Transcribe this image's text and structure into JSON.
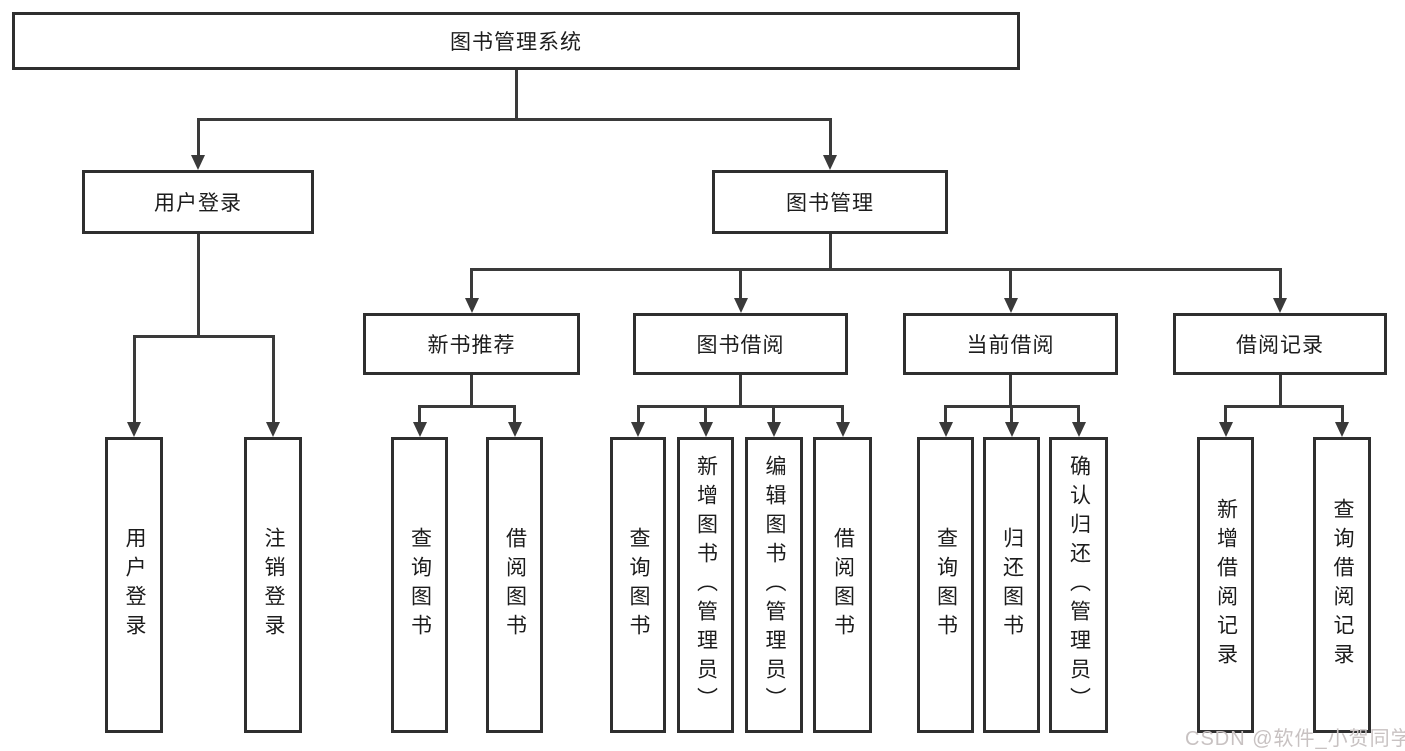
{
  "diagram": {
    "root": {
      "label": "图书管理系统"
    },
    "branches": {
      "user_login": {
        "label": "用户登录",
        "children": [
          "用户登录",
          "注销登录"
        ]
      },
      "book_management": {
        "label": "图书管理",
        "sections": {
          "new_book": {
            "label": "新书推荐",
            "children": [
              "查询图书",
              "借阅图书"
            ]
          },
          "borrowing": {
            "label": "图书借阅",
            "children": [
              "查询图书",
              "新增图书（管理员）",
              "编辑图书（管理员）",
              "借阅图书"
            ]
          },
          "current": {
            "label": "当前借阅",
            "children": [
              "查询图书",
              "归还图书",
              "确认归还（管理员）"
            ]
          },
          "records": {
            "label": "借阅记录",
            "children": [
              "新增借阅记录",
              "查询借阅记录"
            ]
          }
        }
      }
    }
  },
  "watermark": {
    "text": "CSDN @软件_小贺同学"
  },
  "colors": {
    "line": "#3a3a3a",
    "box_border": "#2f2f2f",
    "text": "#1c1c1c",
    "watermark": "#c8c2c2",
    "background": "#ffffff"
  }
}
